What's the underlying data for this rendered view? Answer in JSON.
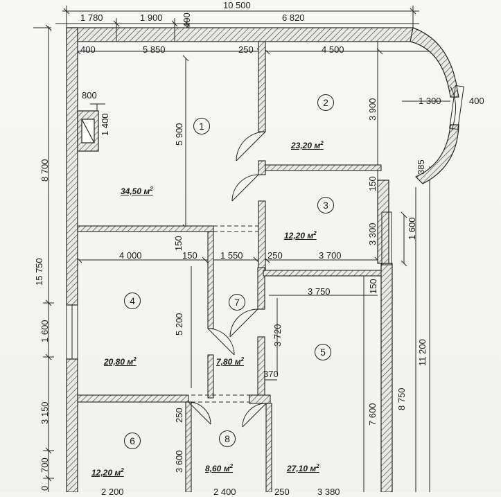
{
  "top_dims": {
    "overall": "10 500",
    "seg1": "1 780",
    "seg2": "1 900",
    "seg3": "400",
    "seg4": "6 820",
    "inner1": "400",
    "inner2": "5 850",
    "inner3": "250",
    "inner4": "4 500"
  },
  "left_dims": {
    "overall": "15 750",
    "upper": "8 700",
    "window": "1 600",
    "lower": "3 150",
    "bottom": "700",
    "cut": "0"
  },
  "right_dims": {
    "a": "8 750",
    "b": "11 200",
    "c": "1 600",
    "d": "385",
    "e": "150",
    "f": "3 300"
  },
  "bay": {
    "depth": "1 300",
    "wall": "400"
  },
  "room1": {
    "number": "1",
    "area": "34,50 м",
    "height": "5 900",
    "fireplace_w": "800",
    "fireplace_h": "1 400"
  },
  "room2": {
    "number": "2",
    "area": "23,20 м",
    "height": "3 900"
  },
  "room3": {
    "number": "3",
    "area": "12,20 м",
    "wall": "150"
  },
  "room4": {
    "number": "4",
    "area": "20,80 м",
    "width": "4 000",
    "height": "5 200",
    "wall": "150"
  },
  "room5": {
    "number": "5",
    "area": "27,10 м",
    "width": "3 750",
    "height1": "3 720",
    "height2": "7 600",
    "wall": "150"
  },
  "room6": {
    "number": "6",
    "area": "12,20 м",
    "bottom": "2 200"
  },
  "room7": {
    "number": "7",
    "area": "7,80 м",
    "width": "1 550",
    "gap1": "150",
    "gap2": "250",
    "width2": "3 700",
    "door": "370"
  },
  "room8": {
    "number": "8",
    "area": "8,60 м",
    "height": "3 600",
    "wall": "250",
    "bottom": "2 400",
    "wall2": "250",
    "bottom2": "3 380"
  },
  "units": {
    "sq": "2"
  }
}
